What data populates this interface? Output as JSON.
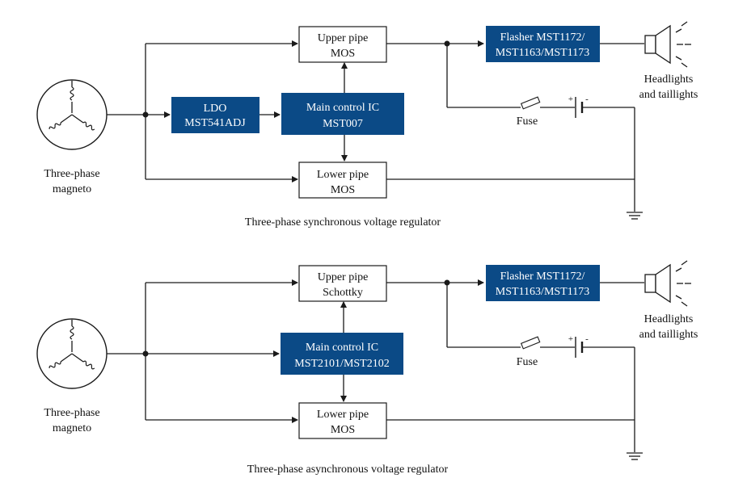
{
  "colors": {
    "ic_fill": "#0b4a86",
    "line": "#1a1a1a"
  },
  "top": {
    "magneto_label": [
      "Three-phase",
      "magneto"
    ],
    "ldo": [
      "LDO",
      "MST541ADJ"
    ],
    "main_ic": [
      "Main control IC",
      "MST007"
    ],
    "upper": [
      "Upper pipe",
      "MOS"
    ],
    "lower": [
      "Lower pipe",
      "MOS"
    ],
    "flasher": [
      "Flasher  MST1172/",
      "MST1163/MST1173"
    ],
    "fuse": "Fuse",
    "lights": [
      "Headlights",
      "and taillights"
    ],
    "caption": "Three-phase synchronous voltage regulator",
    "battery_plus": "+",
    "battery_minus": "-"
  },
  "bottom": {
    "magneto_label": [
      "Three-phase",
      "magneto"
    ],
    "main_ic": [
      "Main control IC",
      "MST2101/MST2102"
    ],
    "upper": [
      "Upper pipe",
      "Schottky"
    ],
    "lower": [
      "Lower pipe",
      "MOS"
    ],
    "flasher": [
      "Flasher  MST1172/",
      "MST1163/MST1173"
    ],
    "fuse": "Fuse",
    "lights": [
      "Headlights",
      "and taillights"
    ],
    "caption": "Three-phase asynchronous voltage regulator",
    "battery_plus": "+",
    "battery_minus": "-"
  },
  "icons": [
    "magneto-icon",
    "speaker-icon",
    "fuse-icon",
    "battery-icon",
    "ground-icon"
  ]
}
